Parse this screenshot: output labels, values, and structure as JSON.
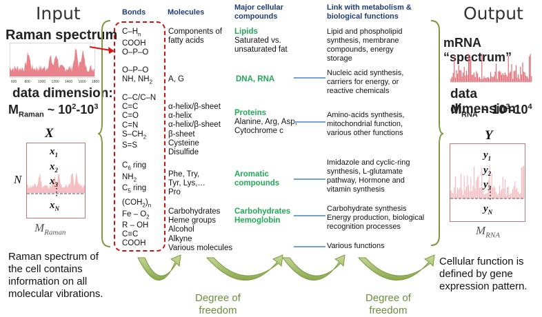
{
  "input": {
    "title": "Input",
    "spectrum_title": "Raman spectrum",
    "axis_ticks": [
      "600",
      "800",
      "1000",
      "1200",
      "1400",
      "1600",
      "1800"
    ],
    "dim_label": "data dimension:",
    "dim_var": "M",
    "dim_sub": "Raman",
    "dim_val": " ~ 10",
    "dim_exp": "2",
    "dim_val2": "-10",
    "dim_exp2": "3",
    "matrix": {
      "title": "X",
      "rows": [
        "x",
        "x",
        "x",
        "x"
      ],
      "row_subs": [
        "1",
        "2",
        "3",
        "N"
      ],
      "vdots": "⋮",
      "n_label": "N",
      "m_label": "M",
      "m_sub": "Raman"
    },
    "note": [
      "Raman spectrum of",
      "the cell contains",
      "information  on all",
      "molecular vibrations."
    ]
  },
  "output": {
    "title": "Output",
    "spectrum_title": "mRNA “spectrum”",
    "dim_label": "data dimension:",
    "dim_var": "M",
    "dim_sub": "RNA",
    "dim_val": " ~ 10",
    "dim_exp": "3",
    "dim_val2": "-10",
    "dim_exp2": "4",
    "matrix": {
      "title": "Y",
      "rows": [
        "y",
        "y",
        "y",
        "y"
      ],
      "row_subs": [
        "1",
        "2",
        "3",
        "N"
      ],
      "vdots": "⋮",
      "m_label": "M",
      "m_sub": "RNA"
    },
    "note": [
      "Cellular function is",
      "defined by gene",
      "expression pattern."
    ]
  },
  "headers": {
    "bonds": "Bonds",
    "molecules": "Molecules",
    "compounds": [
      "Major cellular",
      "compounds"
    ],
    "link": [
      "Link with metabolism  &",
      "biological functions"
    ]
  },
  "bonds": [
    [
      "C–H",
      "COOH",
      "O–P–O"
    ],
    [
      "O–P–O",
      "NH, NH"
    ],
    [
      "C–C/C–N",
      "C=C",
      "C=O",
      "C=N",
      "S–CH",
      "S=S"
    ],
    [
      "C",
      "NH",
      "C"
    ],
    [
      "(COH",
      "Fe – O",
      "R – OH",
      "C≡C",
      "COOH"
    ]
  ],
  "bond_notes": {
    "ch_sub": "n",
    "nh2_sub": "2",
    "sch2_sub": "2",
    "c6": "6",
    "c6_tail": " ring",
    "c5": "5",
    "c5_tail": " ring",
    "coh_sub": "2",
    "coh_tail": ")",
    "coh_n": "n",
    "o2_sub": "2"
  },
  "molecules": [
    [
      "Components of",
      "fatty acids"
    ],
    [
      "A, G"
    ],
    [
      "α-helix/β-sheet",
      "α-helix",
      "α-helix/β-sheet",
      "β-sheet",
      "Cysteine",
      "Disulfide"
    ],
    [
      "Phe, Try,",
      "Tyr, Lys,…",
      "Pro"
    ],
    [
      "Carbohydrates",
      "Heme groups",
      "Alcohol",
      "Alkyne",
      "Various molecules"
    ]
  ],
  "compounds": [
    {
      "name": [
        "Lipids"
      ],
      "desc": [
        "Saturated vs.",
        "unsaturated fat"
      ]
    },
    {
      "name": [
        "DNA, RNA"
      ],
      "desc": []
    },
    {
      "name": [
        "Proteins"
      ],
      "desc": [
        "Alanine, Arg, Asp,",
        "Cytochrome c"
      ]
    },
    {
      "name": [
        "Aromatic",
        "compounds"
      ],
      "desc": []
    },
    {
      "name": [
        "Carbohydrates",
        "Hemoglobin"
      ],
      "desc": []
    }
  ],
  "functions": [
    [
      "Lipid and phospholipid",
      "synthesis, membrane",
      "compounds, energy",
      "storage"
    ],
    [
      "Nucleic acid synthesis,",
      "carriers for energy, or",
      "reactive chemicals"
    ],
    [
      "Amino-acids synthesis,",
      "mitochondrial function,",
      "various other functions"
    ],
    [
      "Imidazole and cyclic-ring",
      "synthesis, L-glutamate",
      "pathway, Hormone and",
      "vitamin synthesis"
    ],
    [
      "Carbohydrate synthesis",
      "Energy production, biological",
      "recognition processes"
    ],
    [
      "Various functions"
    ]
  ],
  "freedom": {
    "left": [
      "Degree of",
      "freedom"
    ],
    "right": [
      "Degree of",
      "freedom"
    ]
  },
  "colors": {
    "green": "#22aa55",
    "navy": "#1f3d7a",
    "olive": "#6b8e3a",
    "red_dash": "#cc1111",
    "spectrum": "#e05a66",
    "link_line": "#6fa0d6"
  }
}
